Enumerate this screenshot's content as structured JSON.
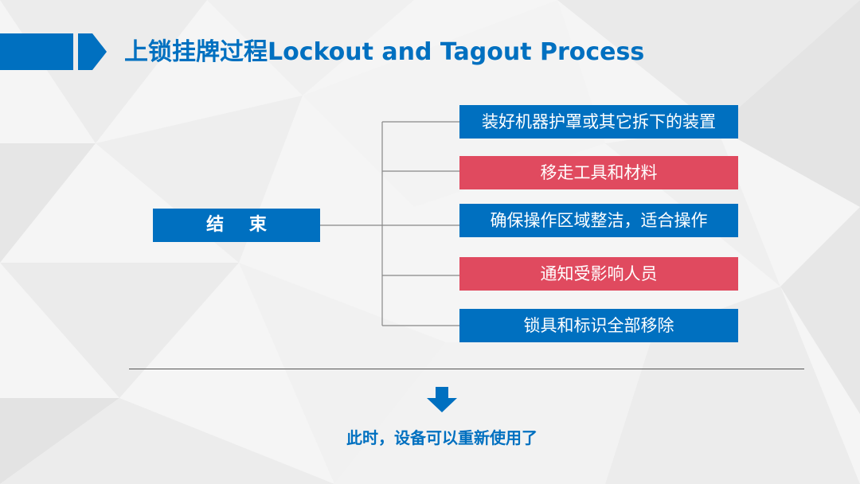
{
  "slide": {
    "title": "上锁挂牌过程Lockout and Tagout Process",
    "root_label": "结 束",
    "steps": [
      {
        "label": "装好机器护罩或其它拆下的装置",
        "color": "blue"
      },
      {
        "label": "移走工具和材料",
        "color": "red"
      },
      {
        "label": "确保操作区域整洁，适合操作",
        "color": "blue"
      },
      {
        "label": "通知受影响人员",
        "color": "red"
      },
      {
        "label": "锁具和标识全部移除",
        "color": "blue"
      }
    ],
    "conclusion": "此时，设备可以重新使用了"
  },
  "colors": {
    "accent_blue": "#0070c0",
    "accent_red": "#e04a5f"
  }
}
